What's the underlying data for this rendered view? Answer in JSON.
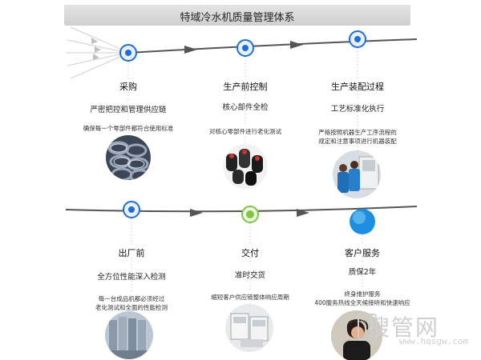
{
  "header": {
    "title": "特域冷水机质量管理体系"
  },
  "stages": [
    {
      "label": "采购",
      "sub": "严密把控和管理供应链",
      "note": "确保每一个零部件都符合使用标准"
    },
    {
      "label": "生产前控制",
      "sub": "核心部件全检",
      "note": "对核心零部件进行老化测试"
    },
    {
      "label": "生产装配过程",
      "sub": "工艺标准化执行",
      "note_lines": [
        "严格按照机器生产工序流程的",
        "规定和注意事项进行机器装配"
      ]
    },
    {
      "label": "出厂前",
      "sub": "全方位性能深入检测",
      "note_lines": [
        "每一台成品机都必须经过",
        "老化测试和全面的性能检测"
      ]
    },
    {
      "label": "交付",
      "sub": "准时交货",
      "note": "缩短客户供应链整体响应周期"
    },
    {
      "label": "客户服务",
      "sub": "质保2年",
      "note_lines": [
        "终身维护服务",
        "400服务热线全天候接听和快速响应"
      ]
    }
  ],
  "watermark": {
    "text": "搜管网",
    "url": "www.hqsgw.com",
    "mark": "环球"
  },
  "colors": {
    "line": "#555555",
    "node_ring": "#1f6fd6",
    "node_green": "#7fc542",
    "accent_blue": "#1c8fe0"
  }
}
